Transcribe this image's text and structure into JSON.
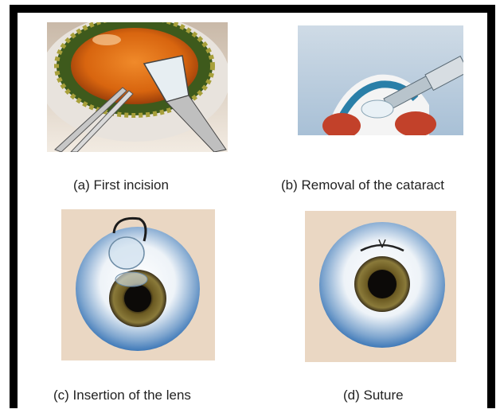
{
  "panels": [
    {
      "id": "a",
      "caption": "(a) First incision"
    },
    {
      "id": "b",
      "caption": "(b) Removal of the cataract"
    },
    {
      "id": "c",
      "caption": "(c) Insertion of the lens"
    },
    {
      "id": "d",
      "caption": "(d) Suture"
    }
  ],
  "colors": {
    "frame": "#000000",
    "iris_orange": "#d8650f",
    "sclera_blue": "#3f79b8",
    "beige_background": "#ead7c3",
    "blue_background": "#a8c0d6"
  },
  "icons": [
    "forceps-icon",
    "scalpel-icon",
    "cannula-icon",
    "lens-implant-icon",
    "suture-icon"
  ]
}
